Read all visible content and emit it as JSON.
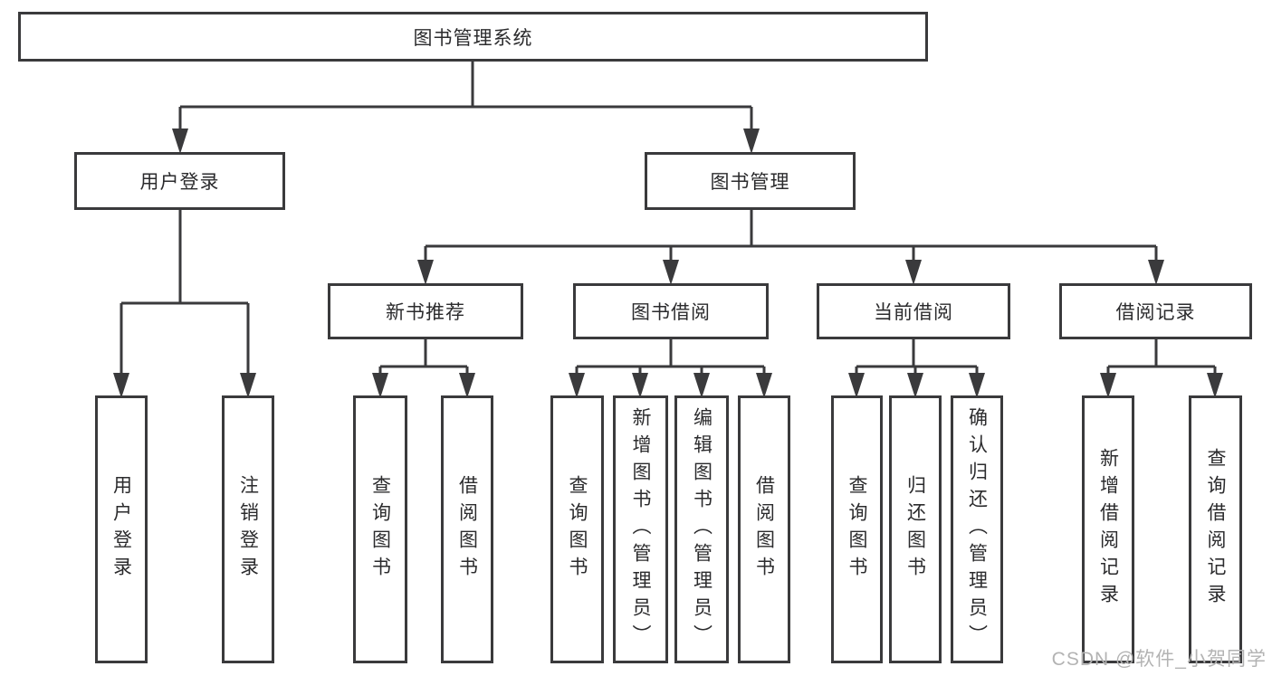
{
  "diagram_type": "hierarchy-flowchart",
  "colors": {
    "line": "#3a3a3c",
    "box_border": "#3a3a3c",
    "box_background": "#ffffff",
    "text": "#2b2b2d",
    "watermark": "#b3b3b3"
  },
  "tree": {
    "root": "图书管理系统",
    "children": [
      {
        "label": "用户登录",
        "children": [
          "用户登录",
          "注销登录"
        ]
      },
      {
        "label": "图书管理",
        "children": [
          {
            "label": "新书推荐",
            "children": [
              "查询图书",
              "借阅图书"
            ]
          },
          {
            "label": "图书借阅",
            "children": [
              "查询图书",
              "新增图书（管理员）",
              "编辑图书（管理员）",
              "借阅图书"
            ]
          },
          {
            "label": "当前借阅",
            "children": [
              "查询图书",
              "归还图书",
              "确认归还（管理员）"
            ]
          },
          {
            "label": "借阅记录",
            "children": [
              "新增借阅记录",
              "查询借阅记录"
            ]
          }
        ]
      }
    ]
  },
  "watermark": "CSDN @软件_小贺同学"
}
